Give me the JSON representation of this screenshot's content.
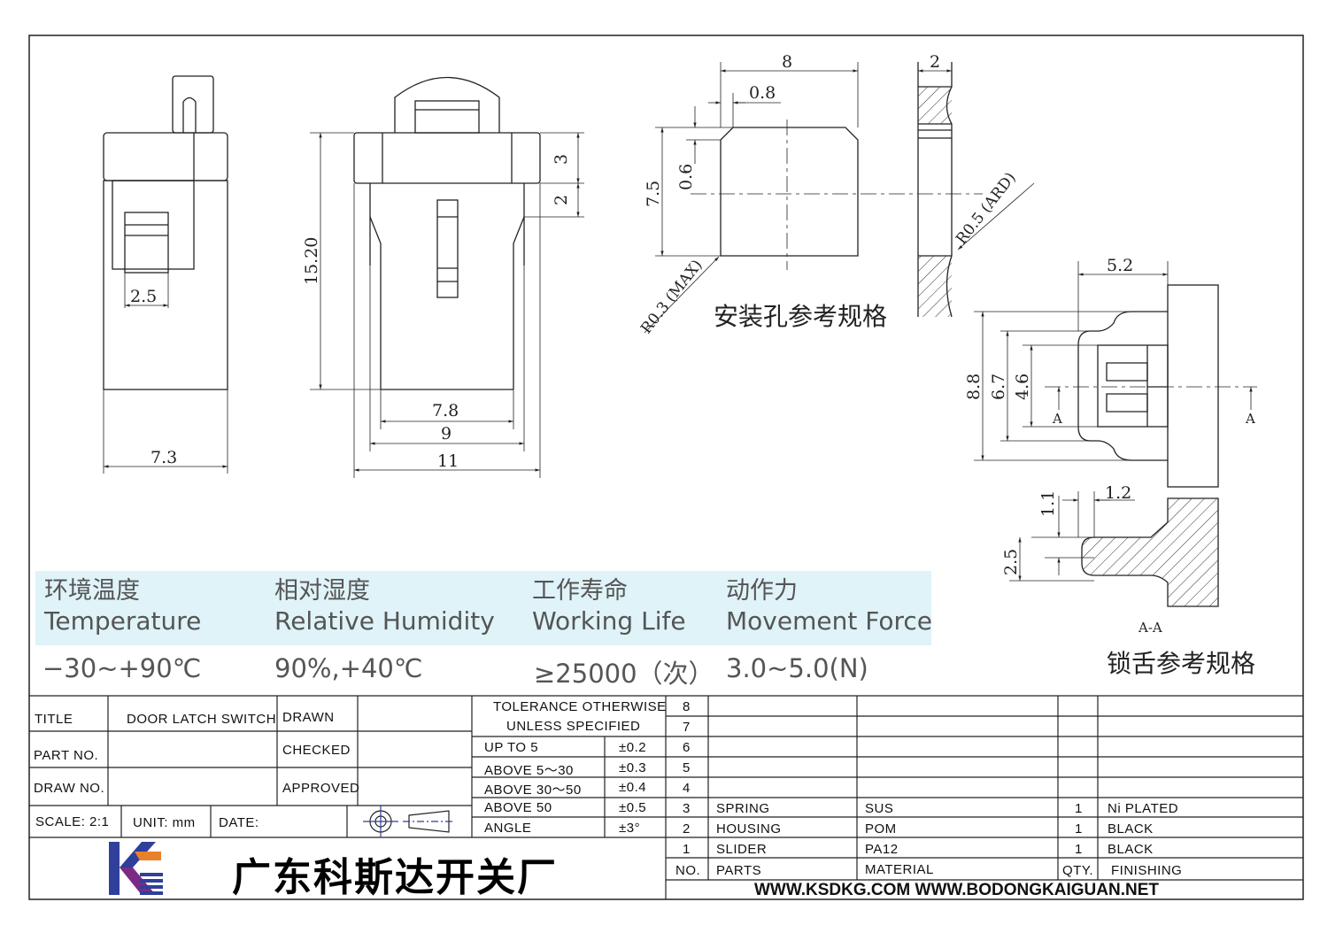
{
  "dimensions": {
    "d_2_5_left": "2.5",
    "d_7_3": "7.3",
    "d_15_20": "15.20",
    "d_3": "3",
    "d_2_right": "2",
    "d_7_8": "7.8",
    "d_9": "9",
    "d_11": "11",
    "d_8": "8",
    "d_0_8": "0.8",
    "d_0_6": "0.6",
    "d_7_5": "7.5",
    "d_r0_3": "R0.3 (MAX)",
    "d_2_top": "2",
    "d_r0_5": "R0.5 (ARD)",
    "d_5_2": "5.2",
    "d_8_8": "8.8",
    "d_6_7": "6.7",
    "d_4_6": "4.6",
    "d_1_1": "1.1",
    "d_1_2": "1.2",
    "d_2_5_section": "2.5",
    "section_mark": "A",
    "section_label": "A-A"
  },
  "captions": {
    "mounting_hole": "安装孔参考规格",
    "latch_tongue": "锁舌参考规格"
  },
  "specs": [
    {
      "cn": "环境温度",
      "en": "Temperature",
      "value": "−30~+90℃"
    },
    {
      "cn": "相对湿度",
      "en": "Relative Humidity",
      "value": "90%,+40℃"
    },
    {
      "cn": "工作寿命",
      "en": "Working Life",
      "value": "≥25000（次）"
    },
    {
      "cn": "动作力",
      "en": "Movement Force",
      "value": "3.0~5.0(N)"
    }
  ],
  "title_block": {
    "title_label": "TITLE",
    "title_value": "DOOR LATCH SWITCH",
    "drawn": "DRAWN",
    "part_no": "PART NO.",
    "checked": "CHECKED",
    "draw_no": "DRAW NO.",
    "approved": "APPROVED",
    "scale": "SCALE: 2:1",
    "unit": "UNIT: mm",
    "date": "DATE:",
    "tol_header_1": "TOLERANCE OTHERWISE",
    "tol_header_2": "UNLESS SPECIFIED",
    "tolerances": [
      {
        "range": "UP TO 5",
        "value": "±0.2"
      },
      {
        "range": "ABOVE 5～30",
        "value": "±0.3"
      },
      {
        "range": "ABOVE 30～50",
        "value": "±0.4"
      },
      {
        "range": "ABOVE 50",
        "value": "±0.5"
      },
      {
        "range": "ANGLE",
        "value": "±3°"
      }
    ],
    "company": "广东科斯达开关厂",
    "website": "WWW.KSDKG.COM    WWW.BODONGKAIGUAN.NET"
  },
  "bom": {
    "headers": {
      "no": "NO.",
      "parts": "PARTS",
      "material": "MATERIAL",
      "qty": "QTY.",
      "finishing": "FINISHING"
    },
    "rows": [
      {
        "no": "8",
        "parts": "",
        "material": "",
        "qty": "",
        "finishing": ""
      },
      {
        "no": "7",
        "parts": "",
        "material": "",
        "qty": "",
        "finishing": ""
      },
      {
        "no": "6",
        "parts": "",
        "material": "",
        "qty": "",
        "finishing": ""
      },
      {
        "no": "5",
        "parts": "",
        "material": "",
        "qty": "",
        "finishing": ""
      },
      {
        "no": "4",
        "parts": "",
        "material": "",
        "qty": "",
        "finishing": ""
      },
      {
        "no": "3",
        "parts": "SPRING",
        "material": "SUS",
        "qty": "1",
        "finishing": "Ni PLATED"
      },
      {
        "no": "2",
        "parts": "HOUSING",
        "material": "POM",
        "qty": "1",
        "finishing": "BLACK"
      },
      {
        "no": "1",
        "parts": "SLIDER",
        "material": "PA12",
        "qty": "1",
        "finishing": "BLACK"
      }
    ]
  },
  "colors": {
    "line": "#222222",
    "panel": "#dff3f8",
    "spec_text": "#555555",
    "logo_blue": "#2f3f9a",
    "logo_purple": "#7b2a86",
    "logo_orange": "#e9812b"
  }
}
